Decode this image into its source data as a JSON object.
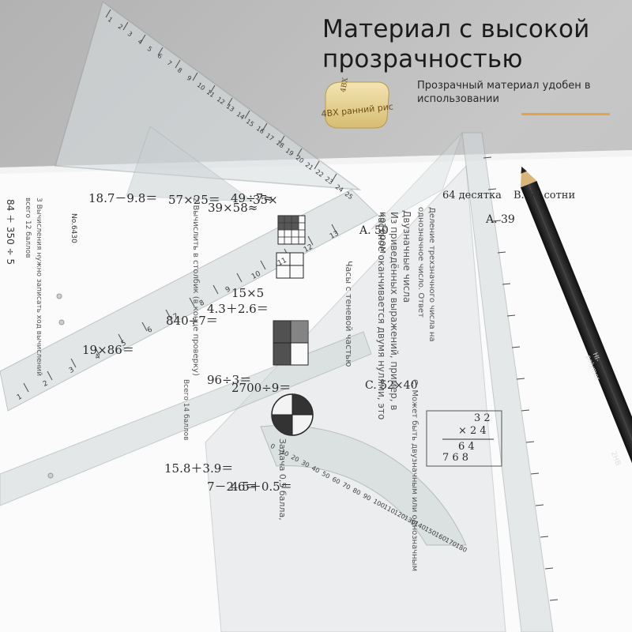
{
  "headline": {
    "line1": "Материал с высокой",
    "line2": "прозрачностью"
  },
  "subheadline": {
    "line1": "Прозрачный материал удобен в",
    "line2": "использовании"
  },
  "eraser": {
    "label": "4BX ранний рис",
    "print": "4BX"
  },
  "pencil": {
    "print1": "HI-polymer",
    "print2": "2HB"
  },
  "worksheet": {
    "column1": [
      "18.7－9.8＝",
      "19×86＝"
    ],
    "column2": [
      "57×25＝",
      "39×58≈",
      "49÷7≈"
    ],
    "column3": [
      "35×",
      "15×5",
      "4.3＋2.6＝",
      "840÷7＝",
      "96÷3＝",
      "2700÷9＝",
      "15.8＋3.9＝",
      "7－2.6＝",
      "4.5＋0.5＝"
    ],
    "column4": [
      "A. 50",
      "C. 52×40",
      "A. 39",
      "64 десятка",
      "B. 64 сотни"
    ],
    "left_side_texts": [
      "3 Вычисления нужно записать ход вычислений",
      "всего 12 баллов",
      "84 ＋ 350 ÷ 5",
      "No.6430"
    ],
    "rotated_texts": [
      "Деление трехзначного числа на",
      "однозначное число. Ответ",
      "Двузначные числа",
      "Из приведённых выражений, пример, в котором",
      "частное оканчивается двумя нулями, это",
      "Часы с теневой частью",
      "Задача 0,5 балла,",
      "С. Может быть двузначным или однозначным",
      "2 Вычислить в столбик (в конце проверку)",
      "Всего 14 баллов"
    ],
    "vertical_multiply": [
      "3 2",
      "× 2 4",
      "6 4",
      "7 6 8"
    ]
  },
  "rulers": {
    "main_scale": [
      "1",
      "2",
      "3",
      "4",
      "5",
      "6",
      "7",
      "8",
      "9",
      "10",
      "11",
      "12",
      "13",
      "14",
      "15",
      "16",
      "17",
      "18",
      "19",
      "20",
      "21",
      "22",
      "23",
      "24",
      "25"
    ],
    "side_scale": [
      "1",
      "2",
      "3",
      "4",
      "5",
      "6",
      "7",
      "8",
      "9",
      "10",
      "11",
      "12",
      "13"
    ],
    "protractor": [
      "0",
      "10",
      "20",
      "30",
      "40",
      "50",
      "60",
      "70",
      "80",
      "90",
      "100",
      "110",
      "120",
      "130",
      "140",
      "150",
      "160",
      "170",
      "180"
    ]
  },
  "colors": {
    "background": "#bfbfbf",
    "paper": "#fbfbfb",
    "ruler": "#cfd6d8",
    "eraser": "#ecd9a0",
    "pencil": "#1e1e1e",
    "accent": "#e3a34a"
  }
}
